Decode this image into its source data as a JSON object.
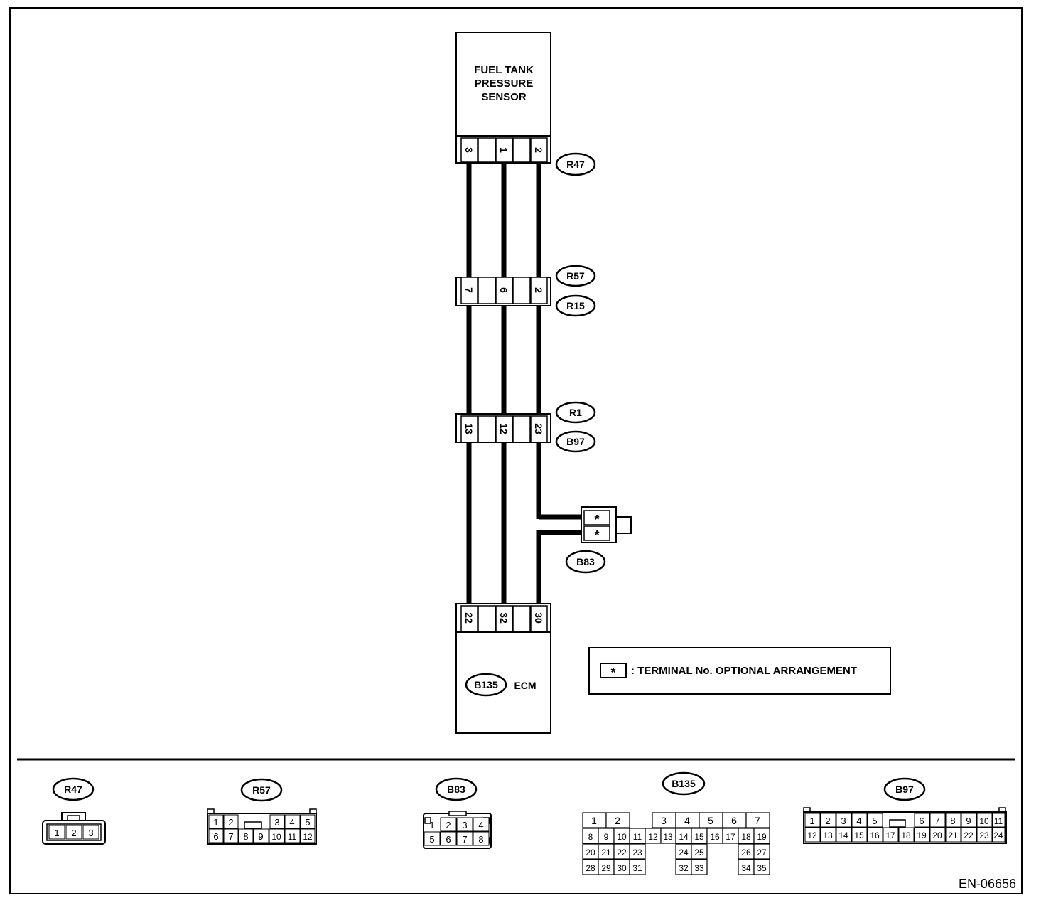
{
  "sensor": {
    "line1": "FUEL TANK",
    "line2": "PRESSURE",
    "line3": "SENSOR"
  },
  "ecm": {
    "connector": "B135",
    "label": "ECM"
  },
  "pins": {
    "r47": [
      "3",
      "1",
      "2"
    ],
    "r57": [
      "7",
      "6",
      "2"
    ],
    "r1": [
      "13",
      "12",
      "23"
    ],
    "b135": [
      "22",
      "32",
      "30"
    ],
    "b83": [
      "*",
      "*"
    ]
  },
  "tags": {
    "r47": "R47",
    "r57": "R57",
    "r15": "R15",
    "r1": "R1",
    "b97": "B97",
    "b83": "B83"
  },
  "legend": {
    "symbol": "*",
    "text": ": TERMINAL No. OPTIONAL ARRANGEMENT"
  },
  "faces": {
    "r47": {
      "label": "R47",
      "rows": [
        [
          "1",
          "2",
          "3"
        ]
      ]
    },
    "r57": {
      "label": "R57",
      "rows": [
        [
          "1",
          "2",
          "",
          "3",
          "4",
          "5"
        ],
        [
          "6",
          "7",
          "8",
          "9",
          "10",
          "11",
          "12"
        ]
      ]
    },
    "b83": {
      "label": "B83",
      "rows": [
        [
          "1",
          "2",
          "3",
          "4"
        ],
        [
          "5",
          "6",
          "7",
          "8"
        ]
      ]
    },
    "b135": {
      "label": "B135",
      "rows": [
        [
          "1",
          "2",
          "",
          "3",
          "4",
          "5",
          "6",
          "7"
        ],
        [
          "8",
          "9",
          "10",
          "11",
          "12",
          "13",
          "14",
          "15",
          "16",
          "17",
          "18",
          "19"
        ],
        [
          "20",
          "21",
          "22",
          "23",
          "24",
          "25",
          "26",
          "27"
        ],
        [
          "28",
          "29",
          "30",
          "31",
          "32",
          "33",
          "34",
          "35"
        ]
      ]
    },
    "b97": {
      "label": "B97",
      "rows": [
        [
          "1",
          "2",
          "3",
          "4",
          "5",
          "",
          "6",
          "7",
          "8",
          "9",
          "10",
          "11"
        ],
        [
          "12",
          "13",
          "14",
          "15",
          "16",
          "17",
          "18",
          "19",
          "20",
          "21",
          "22",
          "23",
          "24"
        ]
      ]
    }
  },
  "figure_id": "EN-06656"
}
